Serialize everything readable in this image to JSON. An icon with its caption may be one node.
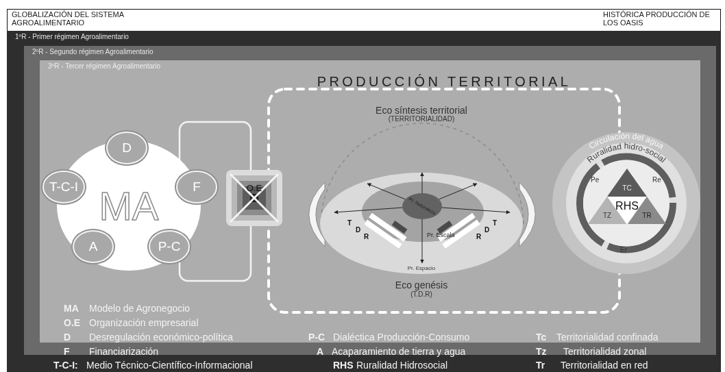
{
  "diagram": {
    "nodes": [
      {
        "text": [
          "1ºR - Primer régimen Agroalimentario"
        ]
      },
      {
        "text": [
          "2ºR - Segundo régimen Agroalimentario"
        ],
        "in": 0
      },
      {
        "text": [
          "3ºR - Tercer régimen Agroalimentario"
        ],
        "in": 1
      },
      {
        "text": [
          "PRODUCCIÓN TERRITORIAL"
        ],
        "in": 2
      },
      {
        "text": [
          "MA"
        ],
        "in": 2
      },
      {
        "text": [
          "D"
        ],
        "in": 2
      },
      {
        "text": [
          "F"
        ],
        "in": 2
      },
      {
        "text": [
          "P-C"
        ],
        "in": 4
      },
      {
        "text": [
          "A"
        ],
        "in": 4
      },
      {
        "text": [
          "T-C-I"
        ],
        "in": 2
      },
      {
        "text": [
          "O.E"
        ],
        "in": 2
      },
      {
        "text": [
          "Pr. Espacio"
        ],
        "in": 3
      },
      {
        "text": [
          "Pr. Escala"
        ],
        "in": 11
      },
      {
        "text": [
          "Pr. Naturaleza"
        ],
        "in": 12
      },
      {
        "text": [
          "Circulación del agua",
          "Ruralidad hidro-social"
        ],
        "in": 2
      },
      {
        "text": [
          "TC"
        ],
        "in": 14
      },
      {
        "text": [
          "RHS"
        ],
        "in": 14
      },
      {
        "text": [
          "TZ"
        ],
        "in": 14
      },
      {
        "text": [
          "TR"
        ],
        "in": 14
      },
      {
        "text": [],
        "shape": "bracket",
        "in": 3
      },
      {
        "text": [],
        "shape": "bracket",
        "in": 3
      }
    ],
    "edges": [
      {
        "from": 13,
        "to": null,
        "arrow": "to"
      },
      {
        "from": 13,
        "to": null,
        "arrow": "to"
      },
      {
        "from": 13,
        "to": null,
        "arrow": "to"
      },
      {
        "from": 13,
        "to": null,
        "arrow": "to"
      },
      {
        "from": 13,
        "to": null,
        "arrow": "to"
      },
      {
        "from": 13,
        "to": null,
        "arrow": "to"
      }
    ],
    "labels": [
      "GLOBALIZACIÓN DEL SISTEMA AGROALIMENTARIO",
      "HISTÓRICA PRODUCCIÓN DE LOS OASIS",
      "Eco síntesis territorial",
      "(TERRITORIALIDAD)",
      "Pe",
      "Re",
      "T",
      "D",
      "R",
      "T",
      "D",
      "R",
      "Er",
      "Eco genésis",
      "(T.D.R)",
      "MA",
      "Modelo de Agronegocio",
      "O.E",
      "Organización empresarial",
      "D",
      "Desregulación económico-política",
      "P-C",
      "Dialéctica Producción-Consumo",
      "Tc",
      "Territorialidad confinada",
      "F",
      "Financiarización",
      "A",
      "Acaparamiento de tierra y agua",
      "Tz",
      "Territorialidad zonal",
      "T-C-I:",
      "Medio Técnico-Científico-Informacional",
      "RHS",
      "Ruralidad Hidrosocial",
      "Tr",
      "Territorialidad en red"
    ]
  }
}
